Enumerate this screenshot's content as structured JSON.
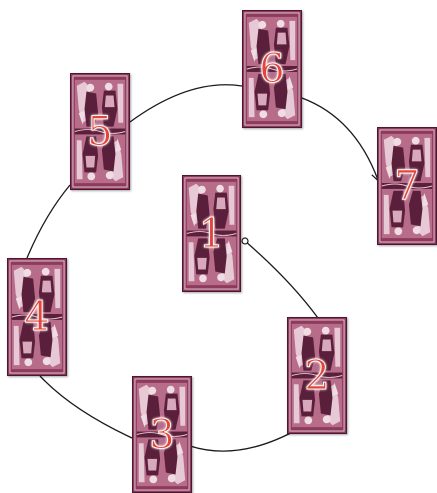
{
  "spread": {
    "cards": [
      {
        "id": "c1",
        "label": "1"
      },
      {
        "id": "c2",
        "label": "2"
      },
      {
        "id": "c3",
        "label": "3"
      },
      {
        "id": "c4",
        "label": "4"
      },
      {
        "id": "c5",
        "label": "5"
      },
      {
        "id": "c6",
        "label": "6"
      },
      {
        "id": "c7",
        "label": "7"
      }
    ],
    "path_order": [
      "1",
      "2",
      "3",
      "4",
      "5",
      "6",
      "7"
    ],
    "connector": {
      "start_marker": "open-circle",
      "end_marker": "arrowhead"
    },
    "colors": {
      "card_tint": "#8e3a5c",
      "card_dark": "#5a1f3a",
      "card_light": "#e6c9d4",
      "number_fill": "#e2453c",
      "line": "#1a1a1a"
    }
  }
}
